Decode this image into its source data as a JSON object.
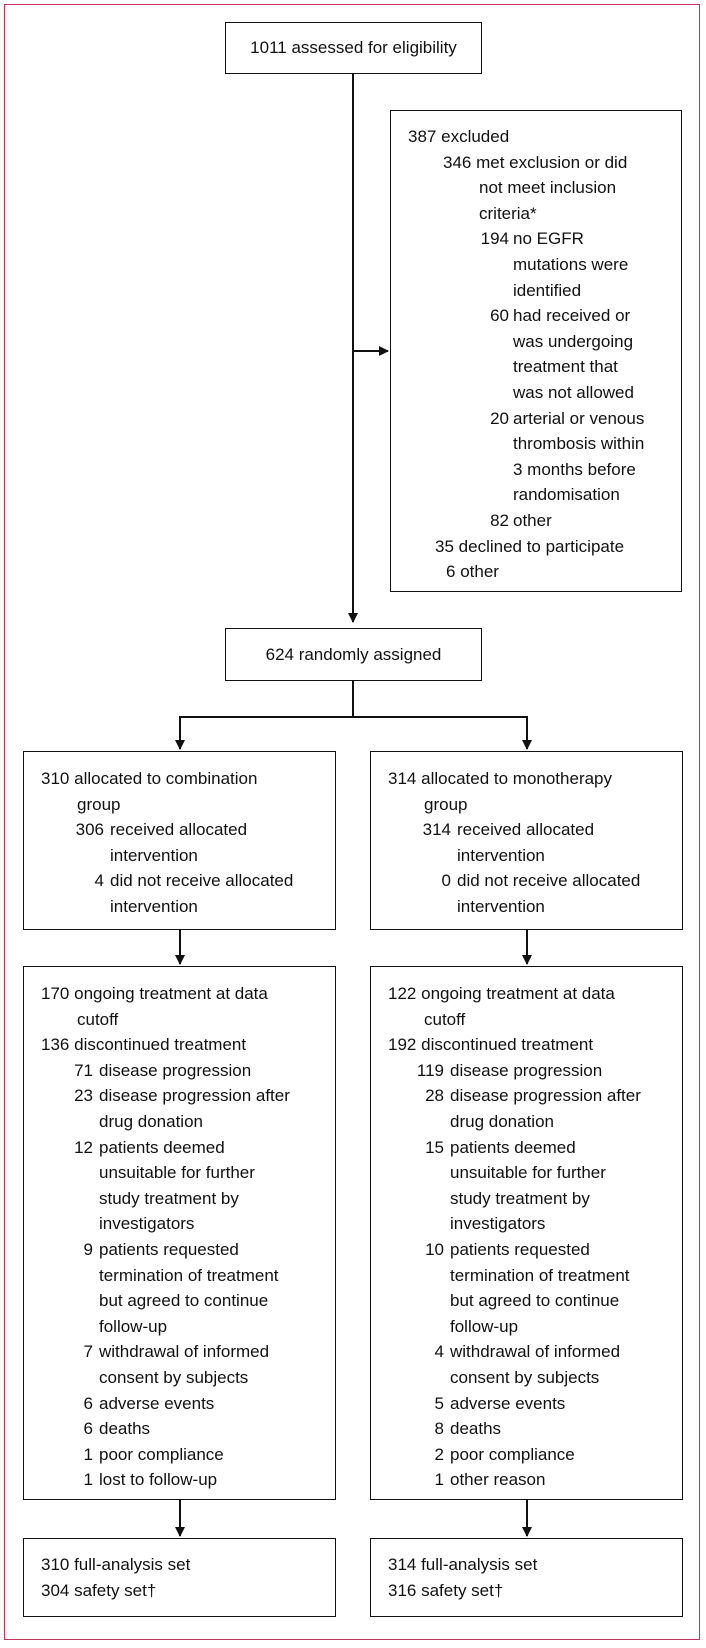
{
  "assessed": "1011 assessed for eligibility",
  "excluded": {
    "header_num": "387",
    "header_text": "excluded",
    "met_exclusion": {
      "num": "346",
      "lines": [
        "met exclusion or did",
        "not meet inclusion",
        "criteria*"
      ]
    },
    "reasons": [
      {
        "num": "194",
        "lines": [
          "no EGFR",
          "mutations were",
          "identified"
        ]
      },
      {
        "num": "60",
        "lines": [
          "had received or",
          "was undergoing",
          "treatment that",
          "was not allowed"
        ]
      },
      {
        "num": "20",
        "lines": [
          "arterial or venous",
          "thrombosis within",
          "3 months before",
          "randomisation"
        ]
      },
      {
        "num": "82",
        "lines": [
          "other"
        ]
      }
    ],
    "declined": {
      "num": "35",
      "text": "declined to participate"
    },
    "other": {
      "num": "6",
      "text": "other"
    }
  },
  "randomised": "624 randomly assigned",
  "allocation": {
    "left": {
      "header_num": "310",
      "header_lines": [
        "allocated to combination",
        "group"
      ],
      "items": [
        {
          "num": "306",
          "lines": [
            "received allocated",
            "intervention"
          ]
        },
        {
          "num": "4",
          "lines": [
            "did not receive allocated",
            "intervention"
          ]
        }
      ]
    },
    "right": {
      "header_num": "314",
      "header_lines": [
        "allocated to monotherapy",
        "group"
      ],
      "items": [
        {
          "num": "314",
          "lines": [
            "received allocated",
            "intervention"
          ]
        },
        {
          "num": "0",
          "lines": [
            "did not receive allocated",
            "intervention"
          ]
        }
      ]
    }
  },
  "followup": {
    "left": {
      "ongoing": {
        "num": "170",
        "lines": [
          "ongoing treatment at data",
          "cutoff"
        ]
      },
      "discontinued": {
        "num": "136",
        "lines": [
          "discontinued treatment"
        ]
      },
      "reasons": [
        {
          "num": "71",
          "lines": [
            "disease progression"
          ]
        },
        {
          "num": "23",
          "lines": [
            "disease progression after",
            "drug donation"
          ]
        },
        {
          "num": "12",
          "lines": [
            "patients deemed",
            "unsuitable for further",
            "study treatment by",
            "investigators"
          ]
        },
        {
          "num": "9",
          "lines": [
            "patients requested",
            "termination of treatment",
            "but agreed to continue",
            "follow-up"
          ]
        },
        {
          "num": "7",
          "lines": [
            "withdrawal of informed",
            "consent by subjects"
          ]
        },
        {
          "num": "6",
          "lines": [
            "adverse events"
          ]
        },
        {
          "num": "6",
          "lines": [
            "deaths"
          ]
        },
        {
          "num": "1",
          "lines": [
            "poor compliance"
          ]
        },
        {
          "num": "1",
          "lines": [
            "lost to follow-up"
          ]
        }
      ]
    },
    "right": {
      "ongoing": {
        "num": "122",
        "lines": [
          "ongoing treatment at data",
          "cutoff"
        ]
      },
      "discontinued": {
        "num": "192",
        "lines": [
          "discontinued treatment"
        ]
      },
      "reasons": [
        {
          "num": "119",
          "lines": [
            "disease progression"
          ]
        },
        {
          "num": "28",
          "lines": [
            "disease progression after",
            "drug donation"
          ]
        },
        {
          "num": "15",
          "lines": [
            "patients deemed",
            "unsuitable for further",
            "study treatment by",
            "investigators"
          ]
        },
        {
          "num": "10",
          "lines": [
            "patients requested",
            "termination of treatment",
            "but agreed to continue",
            "follow-up"
          ]
        },
        {
          "num": "4",
          "lines": [
            "withdrawal of informed",
            "consent by subjects"
          ]
        },
        {
          "num": "5",
          "lines": [
            "adverse events"
          ]
        },
        {
          "num": "8",
          "lines": [
            "deaths"
          ]
        },
        {
          "num": "2",
          "lines": [
            "poor compliance"
          ]
        },
        {
          "num": "1",
          "lines": [
            "other reason"
          ]
        }
      ]
    }
  },
  "analysis": {
    "left": [
      "310 full-analysis set",
      "304 safety set†"
    ],
    "right": [
      "314 full-analysis set",
      "316 safety set†"
    ]
  },
  "colors": {
    "frame": "#c8325a",
    "stroke": "#111111"
  }
}
